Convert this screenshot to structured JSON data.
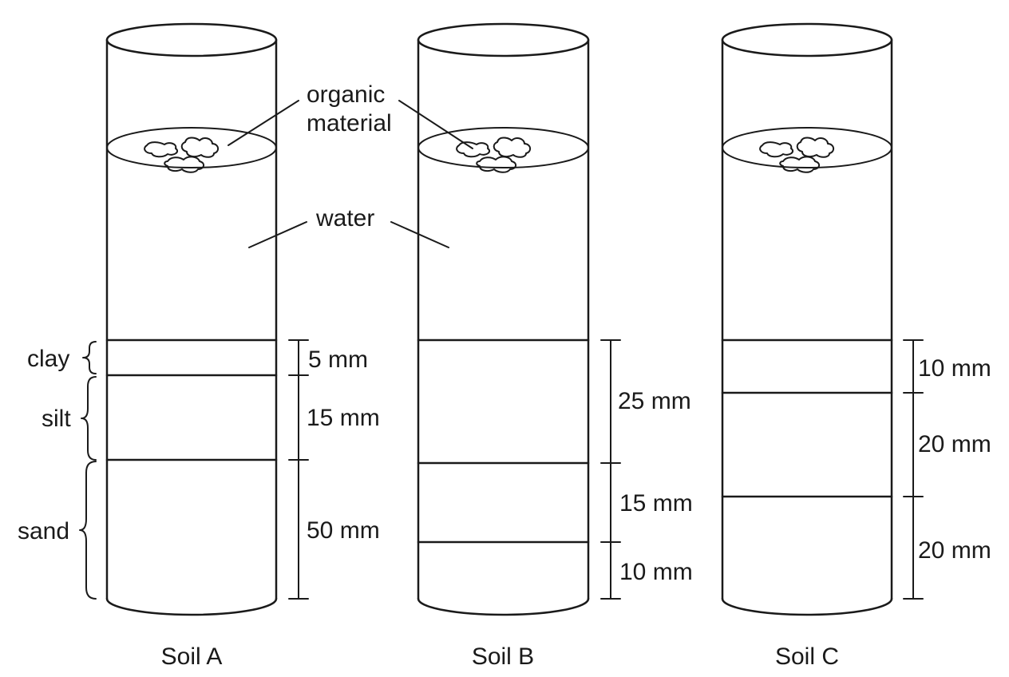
{
  "labels": {
    "organic_1": "organic",
    "organic_2": "material",
    "water": "water",
    "clay": "clay",
    "silt": "silt",
    "sand": "sand"
  },
  "columns": [
    {
      "name": "Soil A",
      "layers": [
        {
          "thickness_mm": 5,
          "label": "5 mm"
        },
        {
          "thickness_mm": 15,
          "label": "15 mm"
        },
        {
          "thickness_mm": 50,
          "label": "50 mm"
        }
      ]
    },
    {
      "name": "Soil B",
      "layers": [
        {
          "thickness_mm": 25,
          "label": "25 mm"
        },
        {
          "thickness_mm": 15,
          "label": "15 mm"
        },
        {
          "thickness_mm": 10,
          "label": "10 mm"
        }
      ]
    },
    {
      "name": "Soil C",
      "layers": [
        {
          "thickness_mm": 10,
          "label": "10 mm"
        },
        {
          "thickness_mm": 20,
          "label": "20 mm"
        },
        {
          "thickness_mm": 20,
          "label": "20 mm"
        }
      ]
    }
  ],
  "colors": {
    "stroke": "#1a1a1a",
    "background": "#ffffff"
  }
}
